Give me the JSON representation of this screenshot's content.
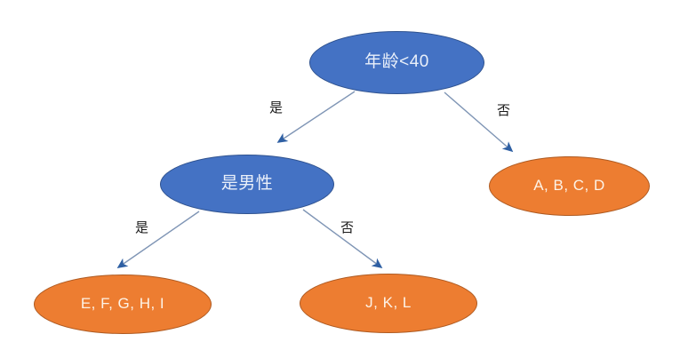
{
  "diagram": {
    "type": "decision-tree",
    "background_color": "#ffffff",
    "decision_node_color": "#4472C4",
    "leaf_node_color": "#ED7D31",
    "edge_color": "#7F95B5",
    "arrow_color": "#2E5FA3",
    "nodes": [
      {
        "id": "root",
        "label": "年龄<40",
        "kind": "decision"
      },
      {
        "id": "male",
        "label": "是男性",
        "kind": "decision"
      },
      {
        "id": "abcd",
        "label": "A, B, C, D",
        "kind": "leaf"
      },
      {
        "id": "efghi",
        "label": "E, F, G, H, I",
        "kind": "leaf"
      },
      {
        "id": "jkl",
        "label": "J, K, L",
        "kind": "leaf"
      }
    ],
    "edges": [
      {
        "id": "root-male",
        "from": "root",
        "to": "male",
        "label": "是"
      },
      {
        "id": "root-abcd",
        "from": "root",
        "to": "abcd",
        "label": "否"
      },
      {
        "id": "male-efghi",
        "from": "male",
        "to": "efghi",
        "label": "是"
      },
      {
        "id": "male-jkl",
        "from": "male",
        "to": "jkl",
        "label": "否"
      }
    ]
  }
}
